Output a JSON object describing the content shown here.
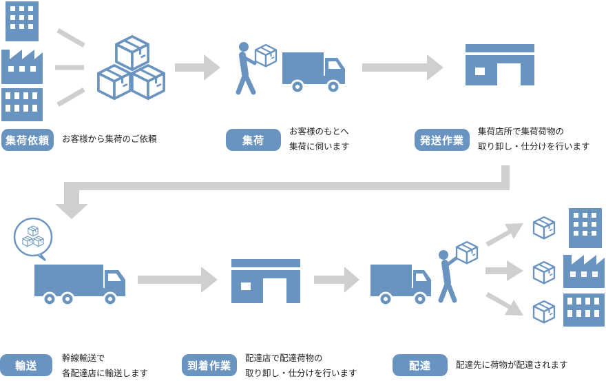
{
  "colors": {
    "icon": "#6a94c0",
    "arrow": "#cfcfcf",
    "badge": "#6a94c0",
    "text": "#222222"
  },
  "steps": [
    {
      "label": "集荷依頼",
      "desc": [
        "お客様から集荷のご依頼"
      ]
    },
    {
      "label": "集荷",
      "desc": [
        "お客様のもとへ",
        "集荷に伺います"
      ]
    },
    {
      "label": "発送作業",
      "desc": [
        "集荷店所で集荷荷物の",
        "取り卸し・仕分けを行います"
      ]
    },
    {
      "label": "輸送",
      "desc": [
        "幹線輸送で",
        "各配達店に輸送します"
      ]
    },
    {
      "label": "到着作業",
      "desc": [
        "配達店で配達荷物の",
        "取り卸し・仕分けを行います"
      ]
    },
    {
      "label": "配達",
      "desc": [
        "配達先に荷物が配達されます"
      ]
    }
  ]
}
